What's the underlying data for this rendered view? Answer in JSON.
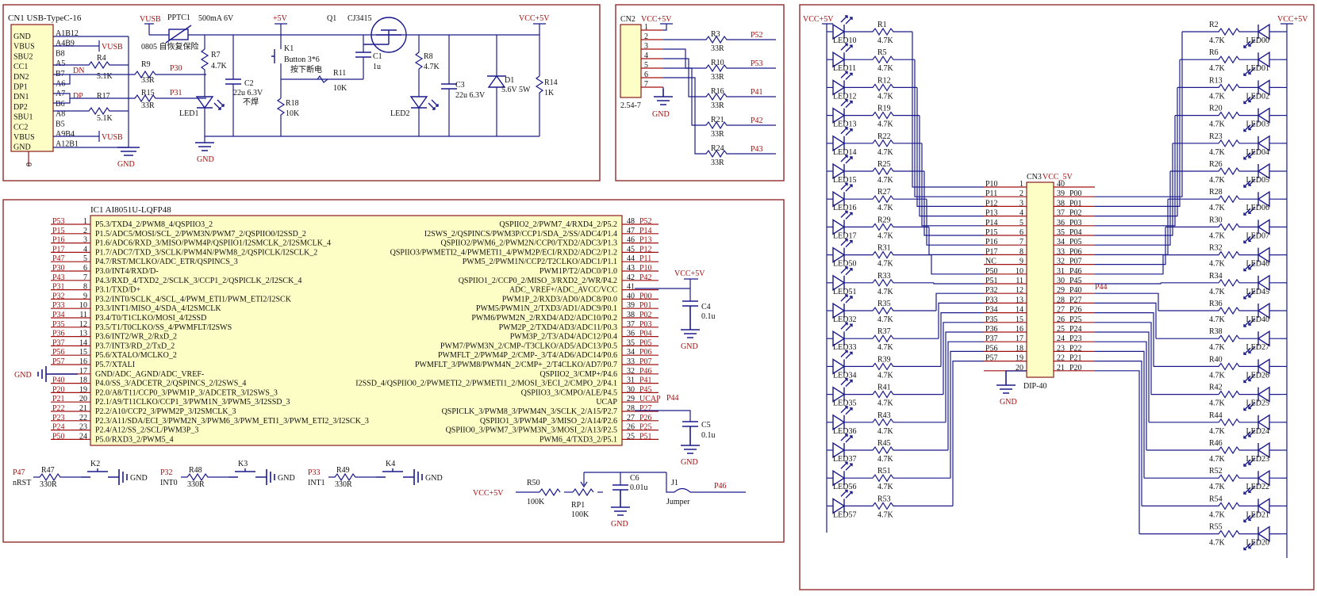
{
  "cn1": {
    "title": "CN1  USB-TypeC-16",
    "pins_left": [
      "GND",
      "VBUS",
      "SBU2",
      "CC1",
      "DN2",
      "DP1",
      "DN1",
      "DP2",
      "SBU1",
      "CC2",
      "VBUS",
      "GND"
    ],
    "pins_right": [
      "A1B12",
      "A4B9",
      "B8",
      "A5",
      "B7",
      "A6",
      "A7",
      "B6",
      "A8",
      "B5",
      "A9B4",
      "A12B1"
    ],
    "zero": "0",
    "dn": "DN",
    "dp": "DP",
    "r4": "R4",
    "r4v": "5.1K",
    "r9": "R9",
    "r9v": "33R",
    "r15": "R15",
    "r15v": "33R",
    "r17": "R17",
    "r17v": "5.1K",
    "vusb": "VUSB",
    "p30": "P30",
    "p31": "P31",
    "gnd": "GND"
  },
  "power": {
    "vusb": "VUSB",
    "pptc": "PPTC1",
    "pptc_v": "500mA 6V",
    "pptc_note": "0805 自恢复保险",
    "r7": "R7",
    "r7v": "4.7K",
    "led1": "LED1",
    "c2": "C2",
    "c2v": "22u 6.3V",
    "c2n": "不焊",
    "plus5v": "+5V",
    "k1": "K1",
    "k1v": "Button 3*6",
    "k1n": "按下断电",
    "r11": "R11",
    "r11v": "10K",
    "r18": "R18",
    "r18v": "10K",
    "c1": "C1",
    "c1v": "1u",
    "q1": "Q1",
    "q1v": "CJ3415",
    "r8": "R8",
    "r8v": "4.7K",
    "led2": "LED2",
    "c3": "C3",
    "c3v": "22u 6.3V",
    "d1": "D1",
    "d1v": "5.6V 5W",
    "r14": "R14",
    "r14v": "1K",
    "vcc": "VCC+5V",
    "gnd": "GND"
  },
  "cn2": {
    "title": "CN2",
    "vcc": "VCC+5V",
    "pins": [
      "1",
      "2",
      "3",
      "4",
      "5",
      "6",
      "7"
    ],
    "footprint": "2.54-7",
    "gnd": "GND",
    "res": [
      {
        "name": "R3",
        "val": "33R",
        "net": "P52"
      },
      {
        "name": "R10",
        "val": "33R",
        "net": "P53"
      },
      {
        "name": "R16",
        "val": "33R",
        "net": "P41"
      },
      {
        "name": "R21",
        "val": "33R",
        "net": "P42"
      },
      {
        "name": "R24",
        "val": "33R",
        "net": "P43"
      }
    ]
  },
  "ic1": {
    "title": "IC1   AI8051U-LQFP48",
    "left": [
      {
        "n": "1",
        "net": "P53",
        "f": "P5.3/TXD4_2/PWM8_4/QSPIIO3_2"
      },
      {
        "n": "2",
        "net": "P15",
        "f": "P1.5/ADC5/MOSI/SCL_2/PWM3N/PWM7_2/QSPIIO0/I2SSD_2"
      },
      {
        "n": "3",
        "net": "P16",
        "f": "P1.6/ADC6/RXD_3/MISO/PWM4P/QSPIIO1/I2SMCLK_2/I2SMCLK_4"
      },
      {
        "n": "4",
        "net": "P17",
        "f": "P1.7/ADC7/TXD_3/SCLK/PWM4N/PWM8_2/QSPICLK/I2SCLK_2"
      },
      {
        "n": "5",
        "net": "P47",
        "f": "P4.7/RST/MCLKO/ADC_ETR/QSPINCS_3"
      },
      {
        "n": "6",
        "net": "P30",
        "f": "P3.0/INT4/RXD/D-"
      },
      {
        "n": "7",
        "net": "P43",
        "f": "P4.3/RXD_4/TXD2_2/SCLK_3/CCP1_2/QSPICLK_2/I2SCK_4"
      },
      {
        "n": "8",
        "net": "P31",
        "f": "P3.1/TXD/D+"
      },
      {
        "n": "9",
        "net": "P32",
        "f": "P3.2/INT0/SCLK_4/SCL_4/PWM_ETI1/PWM_ETI2/I2SCK"
      },
      {
        "n": "10",
        "net": "P33",
        "f": "P3.3/INT1/MISO_4/SDA_4/I2SMCLK"
      },
      {
        "n": "11",
        "net": "P34",
        "f": "P3.4/T0/T1CLKO/MOSI_4/I2SSD"
      },
      {
        "n": "12",
        "net": "P35",
        "f": "P3.5/T1/T0CLKO/SS_4/PWMFLT/I2SWS"
      },
      {
        "n": "13",
        "net": "P36",
        "f": "P3.6/INT2/WR_2/RxD_2"
      },
      {
        "n": "14",
        "net": "P37",
        "f": "P3.7/INT3/RD_2/TxD_2"
      },
      {
        "n": "15",
        "net": "P56",
        "f": "P5.6/XTALO/MCLKO_2"
      },
      {
        "n": "16",
        "net": "P57",
        "f": "P5.7/XTALI"
      },
      {
        "n": "17",
        "net": "",
        "f": "GND/ADC_AGND/ADC_VREF-"
      },
      {
        "n": "18",
        "net": "P40",
        "f": "P4.0/SS_3/ADCETR_2/QSPINCS_2/I2SWS_4"
      },
      {
        "n": "19",
        "net": "P20",
        "f": "P2.0/A8/T11/CCP0_3/PWM1P_3/ADCETR_3/I2SWS_3"
      },
      {
        "n": "20",
        "net": "P21",
        "f": "P2.1/A9/T11CLKO/CCP1_3/PWM1N_3/PWM5_3/I2SSD_3"
      },
      {
        "n": "21",
        "net": "P22",
        "f": "P2.2/A10/CCP2_3/PWM2P_3/I2SMCLK_3"
      },
      {
        "n": "22",
        "net": "P23",
        "f": "P2.3/A11/SDA/ECI_3/PWM2N_3/PWM6_3/PWM_ETI1_3/PWM_ETI2_3/I2SCK_3"
      },
      {
        "n": "23",
        "net": "P24",
        "f": "P2.4/A12/SS_2/SCL/PWM3P_3"
      },
      {
        "n": "24",
        "net": "P50",
        "f": "P5.0/RXD3_2/PWM5_4"
      }
    ],
    "right": [
      {
        "n": "48",
        "net": "P52",
        "f": "QSPIIO2_2/PWM7_4/RXD4_2/P5.2"
      },
      {
        "n": "47",
        "net": "P14",
        "f": "I2SWS_2/QSPINCS/PWM3P/CCP1/SDA_2/SS/ADC4/P1.4"
      },
      {
        "n": "46",
        "net": "P13",
        "f": "QSPIIO2/PWM6_2/PWM2N/CCP0/TXD2/ADC3/P1.3"
      },
      {
        "n": "45",
        "net": "P12",
        "f": "QSPIIO3/PWMETI2_4/PWMETI1_4/PWM2P/ECI/RXD2/ADC2/P1.2"
      },
      {
        "n": "44",
        "net": "P11",
        "f": "PWM5_2/PWM1N/CCP2/T2CLKO/ADC1/P1.1"
      },
      {
        "n": "43",
        "net": "P10",
        "f": "PWM1P/T2/ADC0/P1.0"
      },
      {
        "n": "42",
        "net": "P42",
        "f": "QSPIIO1_2/CCP0_2/MISO_3/RXD2_2/WR/P4.2"
      },
      {
        "n": "41",
        "net": "",
        "f": "ADC_VREF+/ADC_AVCC/VCC"
      },
      {
        "n": "40",
        "net": "P00",
        "f": "PWM1P_2/RXD3/AD0/ADC8/P0.0"
      },
      {
        "n": "39",
        "net": "P01",
        "f": "PWM5/PWM1N_2/TXD3/AD1/ADC9/P0.1"
      },
      {
        "n": "38",
        "net": "P02",
        "f": "PWM6/PWM2N_2/RXD4/AD2/ADC10/P0.2"
      },
      {
        "n": "37",
        "net": "P03",
        "f": "PWM2P_2/TXD4/AD3/ADC11/P0.3"
      },
      {
        "n": "36",
        "net": "P04",
        "f": "PWM3P_2/T3/AD4/ADC12/P0.4"
      },
      {
        "n": "35",
        "net": "P05",
        "f": "PWM7/PWM3N_2/CMP-/T3CLKO/AD5/ADC13/P0.5"
      },
      {
        "n": "34",
        "net": "P06",
        "f": "PWMFLT_2/PWM4P_2/CMP-_3/T4/AD6/ADC14/P0.6"
      },
      {
        "n": "33",
        "net": "P07",
        "f": "PWMFLT_3/PWM8/PWM4N_2/CMP+_2/T4CLKO/AD7/P0.7"
      },
      {
        "n": "32",
        "net": "P46",
        "f": "QSPIIO2_3/CMP+/P4.6"
      },
      {
        "n": "31",
        "net": "P41",
        "f": "I2SSD_4/QSPIIO0_2/PWMETI2_2/PWMETI1_2/MOSI_3/ECI_2/CMPO_2/P4.1"
      },
      {
        "n": "30",
        "net": "P45",
        "f": "QSPIIO3_3/CMPO/ALE/P4.5"
      },
      {
        "n": "29",
        "net": "UCAP",
        "f": "UCAP"
      },
      {
        "n": "28",
        "net": "P27",
        "f": "QSPICLK_3/PWM8_3/PWM4N_3/SCLK_2/A15/P2.7"
      },
      {
        "n": "27",
        "net": "P26",
        "f": "QSPIIO1_3/PWM4P_3/MISO_2/A14/P2.6"
      },
      {
        "n": "26",
        "net": "P25",
        "f": "QSPIIO0_3/PWM7_3/PWM3N_3/MOSI_2/A13/P2.5"
      },
      {
        "n": "25",
        "net": "P51",
        "f": "PWM6_4/TXD3_2/P5.1"
      }
    ],
    "gnd": "GND",
    "vcc": "VCC+5V",
    "c4": "C4",
    "c4v": "0.1u",
    "c5": "C5",
    "c5v": "0.1u",
    "p44": "P44",
    "ucap": "UCAP"
  },
  "keys": {
    "k2": {
      "net": "P47",
      "lbl": "nRST",
      "r": "R47",
      "rv": "330R",
      "k": "K2",
      "g": "GND"
    },
    "k3": {
      "net": "P32",
      "lbl": "INT0",
      "r": "R48",
      "rv": "330R",
      "k": "K3",
      "g": "GND"
    },
    "k4": {
      "net": "P33",
      "lbl": "INT1",
      "r": "R49",
      "rv": "330R",
      "k": "K4",
      "g": "GND"
    },
    "vcc": "VCC+5V",
    "r50": "R50",
    "r50v": "100K",
    "rp1": "RP1",
    "rp1v": "100K",
    "c6": "C6",
    "c6v": "0.01u",
    "j1": "J1",
    "j1v": "Jumper",
    "p46": "P46",
    "gnd": "GND"
  },
  "cn3": {
    "title": "CN3",
    "vcc_top": "VCC_5V",
    "vcc_left": "VCC+5V",
    "vcc_right": "VCC+5V",
    "footprint": "DIP-40",
    "gnd": "GND",
    "p44": "P44",
    "left_nets": [
      "P10",
      "P11",
      "P12",
      "P13",
      "P14",
      "P15",
      "P16",
      "P17",
      "NC",
      "P50",
      "P51",
      "P32",
      "P33",
      "P34",
      "P35",
      "P36",
      "P37",
      "P56",
      "P57",
      ""
    ],
    "left_nums": [
      "1",
      "2",
      "3",
      "4",
      "5",
      "6",
      "7",
      "8",
      "9",
      "10",
      "11",
      "12",
      "13",
      "14",
      "15",
      "16",
      "17",
      "18",
      "19",
      "20"
    ],
    "right_nums": [
      "40",
      "39",
      "38",
      "37",
      "36",
      "35",
      "34",
      "33",
      "32",
      "31",
      "30",
      "29",
      "28",
      "27",
      "26",
      "25",
      "24",
      "23",
      "22",
      "21"
    ],
    "right_nets": [
      "",
      "P00",
      "P01",
      "P02",
      "P03",
      "P04",
      "P05",
      "P06",
      "P07",
      "P46",
      "P45",
      "P40",
      "P27",
      "P26",
      "P25",
      "P24",
      "P23",
      "P22",
      "P21",
      "P20"
    ],
    "left_leds": [
      {
        "led": "LED10",
        "r": "R1",
        "v": "4.7K"
      },
      {
        "led": "LED11",
        "r": "R5",
        "v": "4.7K"
      },
      {
        "led": "LED12",
        "r": "R12",
        "v": "4.7K"
      },
      {
        "led": "LED13",
        "r": "R19",
        "v": "4.7K"
      },
      {
        "led": "LED14",
        "r": "R22",
        "v": "4.7K"
      },
      {
        "led": "LED15",
        "r": "R25",
        "v": "4.7K"
      },
      {
        "led": "LED16",
        "r": "R27",
        "v": "4.7K"
      },
      {
        "led": "LED17",
        "r": "R29",
        "v": "4.7K"
      },
      {
        "led": "LED50",
        "r": "R31",
        "v": "4.7K"
      },
      {
        "led": "LED51",
        "r": "R33",
        "v": "4.7K"
      },
      {
        "led": "LED32",
        "r": "R35",
        "v": "4.7K"
      },
      {
        "led": "LED33",
        "r": "R37",
        "v": "4.7K"
      },
      {
        "led": "LED34",
        "r": "R39",
        "v": "4.7K"
      },
      {
        "led": "LED35",
        "r": "R41",
        "v": "4.7K"
      },
      {
        "led": "LED36",
        "r": "R43",
        "v": "4.7K"
      },
      {
        "led": "LED37",
        "r": "R45",
        "v": "4.7K"
      },
      {
        "led": "LED56",
        "r": "R51",
        "v": "4.7K"
      },
      {
        "led": "LED57",
        "r": "R53",
        "v": "4.7K"
      }
    ],
    "right_leds": [
      {
        "led": "LED00",
        "r": "R2",
        "v": "4.7K"
      },
      {
        "led": "LED01",
        "r": "R6",
        "v": "4.7K"
      },
      {
        "led": "LED02",
        "r": "R13",
        "v": "4.7K"
      },
      {
        "led": "LED03",
        "r": "R20",
        "v": "4.7K"
      },
      {
        "led": "LED04",
        "r": "R23",
        "v": "4.7K"
      },
      {
        "led": "LED05",
        "r": "R26",
        "v": "4.7K"
      },
      {
        "led": "LED06",
        "r": "R28",
        "v": "4.7K"
      },
      {
        "led": "LED07",
        "r": "R30",
        "v": "4.7K"
      },
      {
        "led": "LED46",
        "r": "R32",
        "v": "4.7K"
      },
      {
        "led": "LED45",
        "r": "R34",
        "v": "4.7K"
      },
      {
        "led": "LED40",
        "r": "R36",
        "v": "4.7K"
      },
      {
        "led": "LED27",
        "r": "R38",
        "v": "4.7K"
      },
      {
        "led": "LED26",
        "r": "R40",
        "v": "4.7K"
      },
      {
        "led": "LED25",
        "r": "R42",
        "v": "4.7K"
      },
      {
        "led": "LED24",
        "r": "R44",
        "v": "4.7K"
      },
      {
        "led": "LED23",
        "r": "R46",
        "v": "4.7K"
      },
      {
        "led": "LED22",
        "r": "R52",
        "v": "4.7K"
      },
      {
        "led": "LED21",
        "r": "R54",
        "v": "4.7K"
      },
      {
        "led": "LED20",
        "r": "R55",
        "v": "4.7K"
      }
    ]
  }
}
